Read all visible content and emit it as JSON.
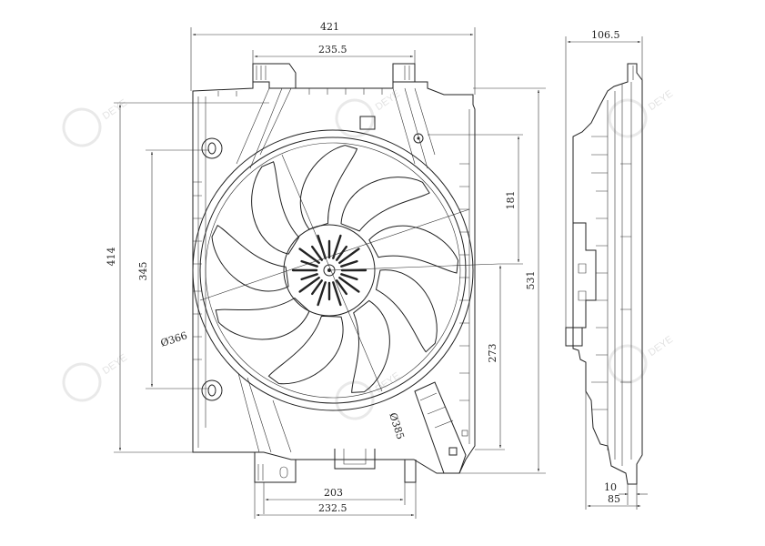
{
  "watermark": {
    "brand": "DEYE"
  },
  "dimensions": {
    "overall_width": "421",
    "top_mount_spacing": "235.5",
    "left_height": "414",
    "left_hole_spacing": "345",
    "fan_diameter": "Ø366",
    "shroud_diameter": "Ø385",
    "upper_offset": "181",
    "lower_offset": "273",
    "overall_height": "531",
    "bottom_inner": "203",
    "bottom_outer": "232.5",
    "side_depth": "106.5",
    "side_small": "10",
    "side_base": "85"
  },
  "views": [
    "front-view",
    "side-view"
  ]
}
